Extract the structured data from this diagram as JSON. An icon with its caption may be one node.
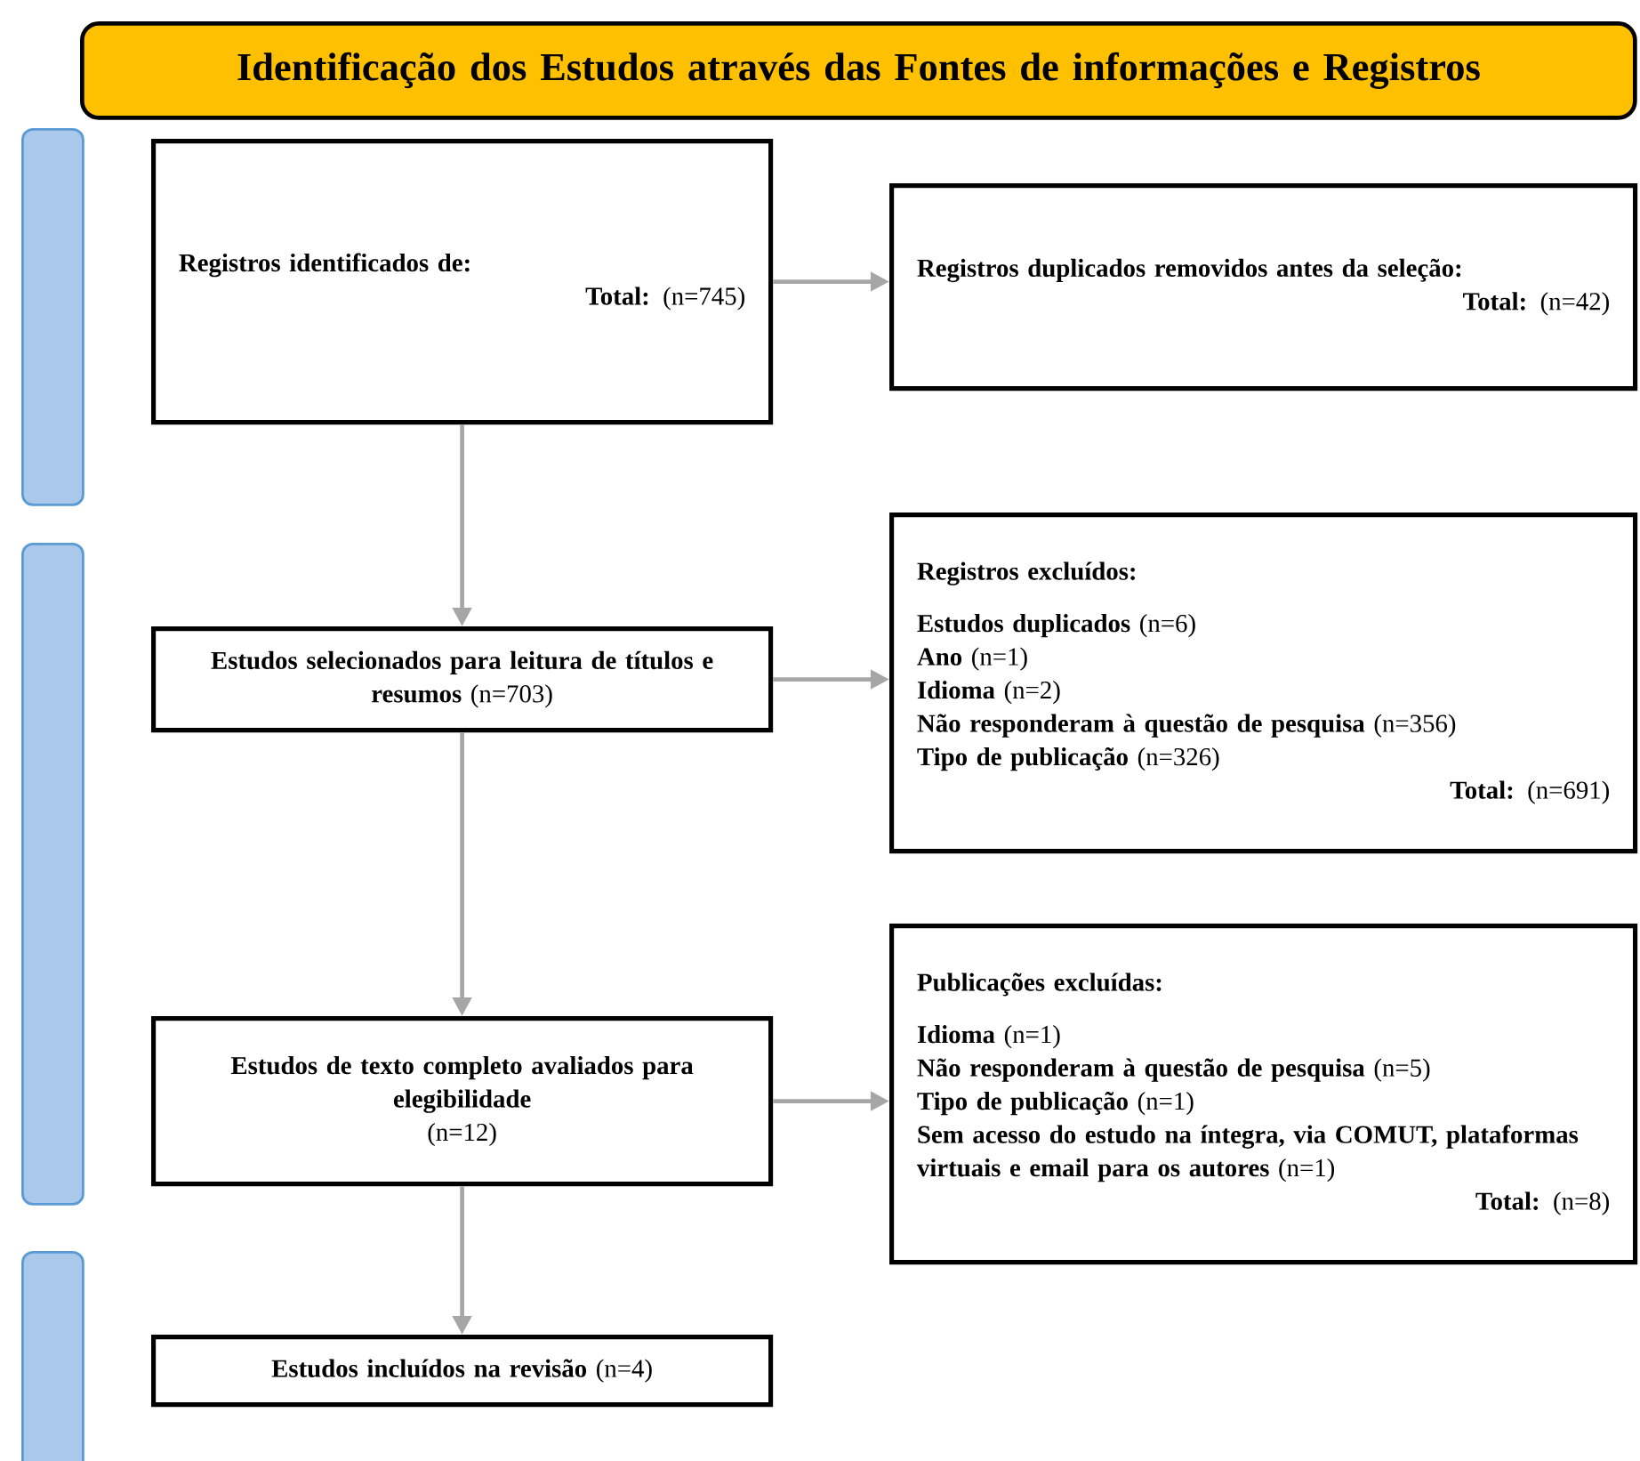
{
  "diagram": {
    "nodes": [
      {
        "text": [
          "Identificação dos Estudos através das Fontes de informações e Registros"
        ]
      },
      {
        "text": [],
        "shape": "bar"
      },
      {
        "text": [],
        "shape": "bar"
      },
      {
        "text": [],
        "shape": "bar"
      },
      {
        "text": [
          "Registros identificados de:",
          "**Total:** (n=745)"
        ]
      },
      {
        "text": [
          "Registros duplicados removidos antes da seleção:",
          "**Total:** (n=42)"
        ]
      },
      {
        "text": [
          "**Estudos selecionados para leitura de títulos e resumos** (n=703)"
        ]
      },
      {
        "text": [
          "Registros excluídos:",
          "**Estudos duplicados** (n=6)",
          "**Ano** (n=1)",
          "**Idioma** (n=2)",
          "**Não responderam à questão de pesquisa** (n=356)",
          "**Tipo de publicação** (n=326)",
          "**Total:** (n=691)"
        ]
      },
      {
        "text": [
          "Estudos de texto completo avaliados para elegibilidade",
          "(n=12)"
        ]
      },
      {
        "text": [
          "Publicações excluídas:",
          "**Idioma** (n=1)",
          "**Não responderam à questão de pesquisa** (n=5)",
          "**Tipo de publicação** (n=1)",
          "**Sem acesso do estudo na íntegra, via COMUT, plataformas virtuais e email para os autores** (n=1)",
          "**Total:** (n=8)"
        ]
      },
      {
        "text": [
          "**Estudos incluídos na revisão** (n=4)"
        ]
      }
    ],
    "edges": [
      {
        "from": 4,
        "to": 5,
        "arrow": "to"
      },
      {
        "from": 4,
        "to": 6,
        "arrow": "to"
      },
      {
        "from": 6,
        "to": 7,
        "arrow": "to"
      },
      {
        "from": 6,
        "to": 8,
        "arrow": "to"
      },
      {
        "from": 8,
        "to": 9,
        "arrow": "to"
      },
      {
        "from": 8,
        "to": 10,
        "arrow": "to"
      }
    ]
  }
}
